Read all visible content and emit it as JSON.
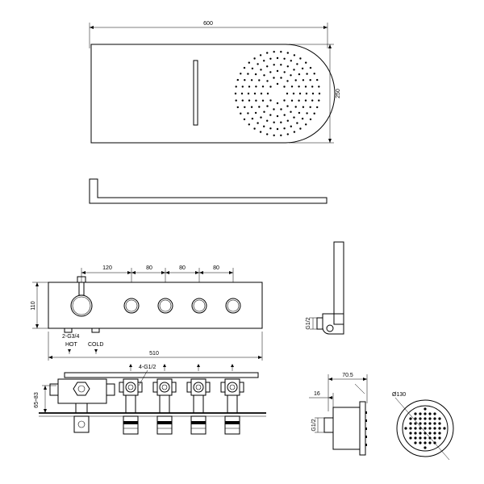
{
  "drawing": {
    "panel": {
      "width_label": "600",
      "height_label": "250",
      "rose_rings": [
        12,
        20,
        28,
        36,
        44,
        52
      ],
      "rose_dots_per_ring": [
        8,
        14,
        20,
        26,
        32,
        38
      ]
    },
    "control": {
      "spacing_labels": [
        "120",
        "80",
        "80",
        "80"
      ],
      "height_label": "110",
      "width_label": "510",
      "inlet_label": "2-G3/4",
      "hot_label": "HOT",
      "cold_label": "COLD"
    },
    "valves": {
      "outlet_label": "4-G1/2",
      "depth_label": "65÷83"
    },
    "handshower": {
      "thread_label": "G1/2"
    },
    "head": {
      "depth_label": "70.5",
      "offset_label": "16",
      "thread_label": "G1/2",
      "diameter_label": "Ø130"
    }
  }
}
